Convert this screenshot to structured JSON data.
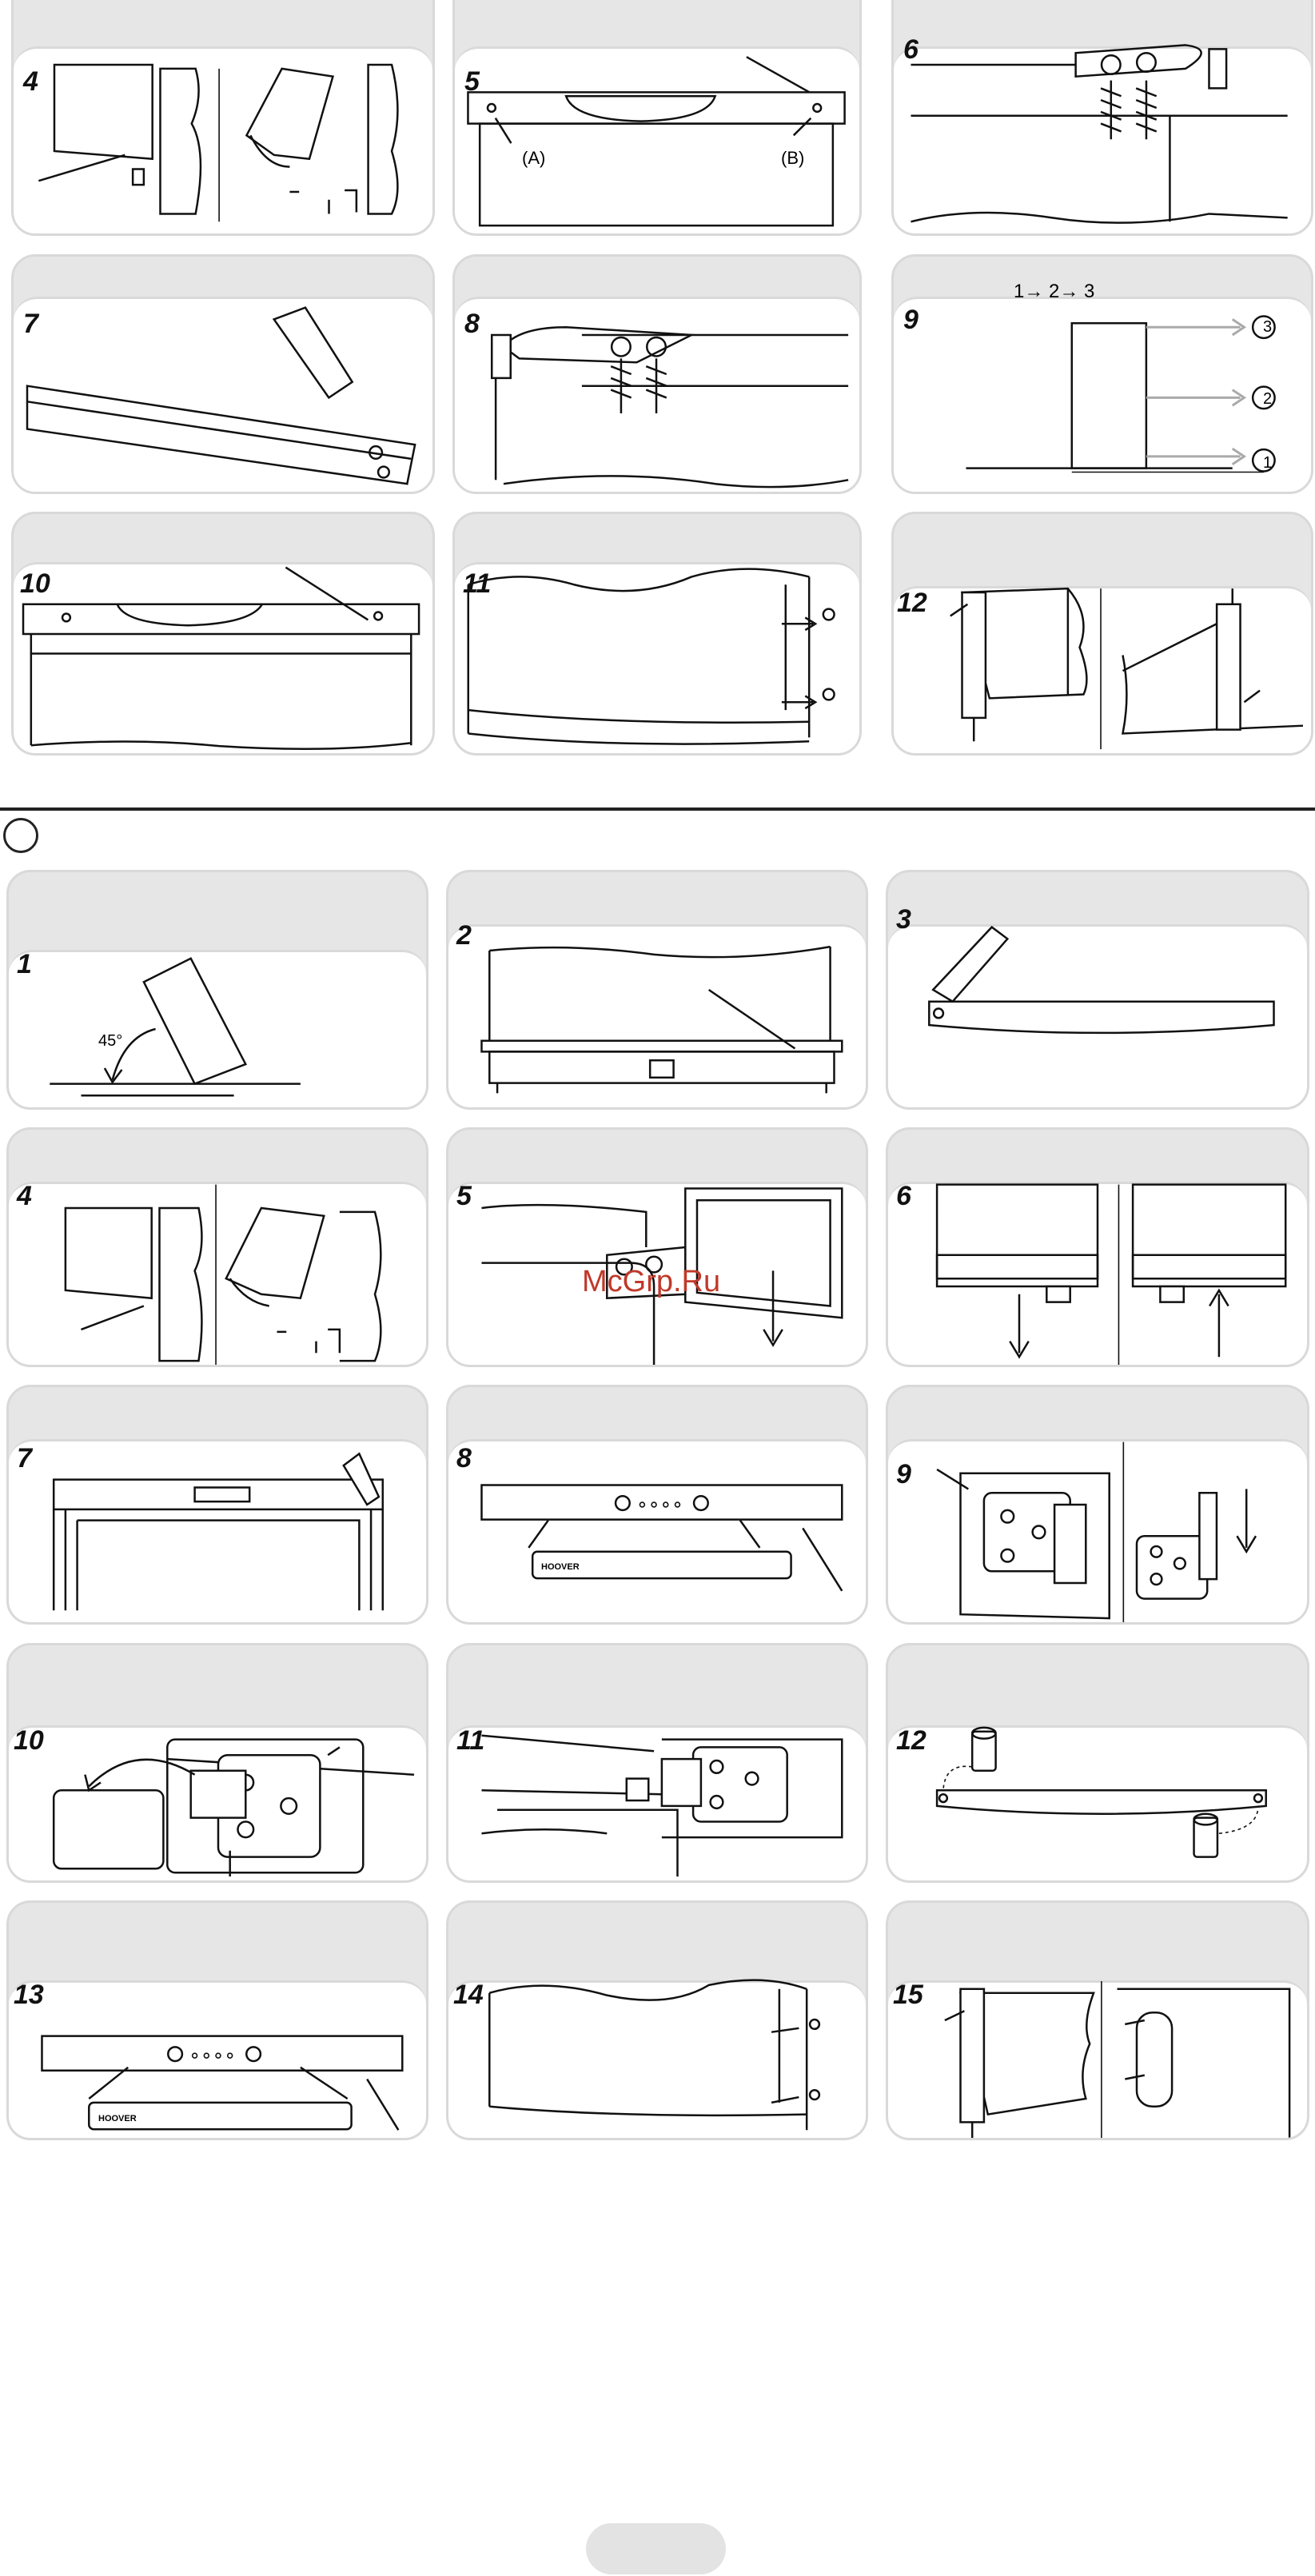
{
  "section_top": {
    "steps": [
      {
        "num": "4"
      },
      {
        "num": "5"
      },
      {
        "num": "6"
      },
      {
        "num": "7"
      },
      {
        "num": "8"
      },
      {
        "num": "9"
      },
      {
        "num": "10"
      },
      {
        "num": "11"
      },
      {
        "num": "12"
      }
    ],
    "step5_labels": {
      "a": "(A)",
      "b": "(B)"
    },
    "step9_sequence": "1→ 2→ 3",
    "step9_markers": [
      "3",
      "2",
      "1"
    ]
  },
  "section_bottom": {
    "steps": [
      {
        "num": "1"
      },
      {
        "num": "2"
      },
      {
        "num": "3"
      },
      {
        "num": "4"
      },
      {
        "num": "5"
      },
      {
        "num": "6"
      },
      {
        "num": "7"
      },
      {
        "num": "8"
      },
      {
        "num": "9"
      },
      {
        "num": "10"
      },
      {
        "num": "11"
      },
      {
        "num": "12"
      },
      {
        "num": "13"
      },
      {
        "num": "14"
      },
      {
        "num": "15"
      }
    ],
    "step1_angle": "45°",
    "brand_label": "HOOVER"
  },
  "watermark": "McGrp.Ru"
}
